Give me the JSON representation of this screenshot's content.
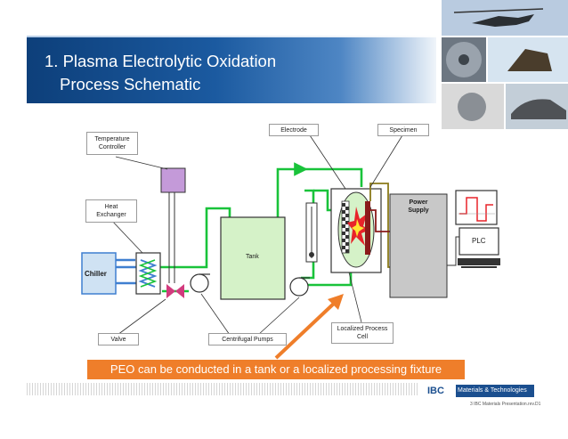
{
  "slide": {
    "title_line1": "1. Plasma Electrolytic Oxidation",
    "title_line2": "Process Schematic",
    "callout": "PEO can be conducted in a tank or a localized processing fixture",
    "footer": "3  IBC Materials Presentation.rev.D1"
  },
  "labels": {
    "temperature_controller_l1": "Temperature",
    "temperature_controller_l2": "Controller",
    "heat_exchanger_l1": "Heat",
    "heat_exchanger_l2": "Exchanger",
    "chiller": "Chiller",
    "valve": "Valve",
    "centrifugal_pumps": "Centrifugal Pumps",
    "electrode": "Electrode",
    "specimen": "Specimen",
    "tank": "Tank",
    "power_supply_l1": "Power",
    "power_supply_l2": "Supply",
    "plc": "PLC",
    "localized_cell_l1": "Localized Process",
    "localized_cell_l2": "Cell"
  },
  "logo": {
    "brand": "IBC",
    "tagline": "Materials & Technologies"
  },
  "colors": {
    "banner": "#1b5aa0",
    "callout": "#ef7e2a",
    "pipe_green": "#19c33a",
    "pipe_blue": "#3f7fd0",
    "tank_fill": "#d5f2c8",
    "chiller_fill": "#cfe2f3",
    "temp_controller_fill": "#c49ad9",
    "power_supply_fill": "#c8c8c8",
    "dark_red": "#8b1a1a",
    "olive": "#8b7a1a"
  }
}
